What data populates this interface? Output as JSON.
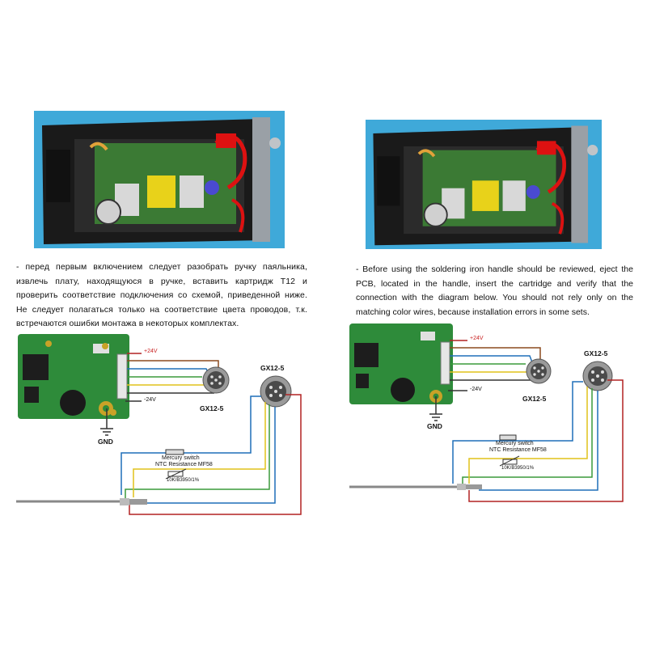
{
  "left": {
    "paragraph": "- перед первым включением следует разобрать ручку паяльника, извлечь плату, находящуюся в ручке, вставить картридж T12 и проверить соответствие подключения со схемой, приведенной ниже. Не следует полагаться только на соответствие цвета проводов, т.к. встречаются ошибки монтажа в некоторых комплектах.",
    "labels": {
      "plus24v": "+24V",
      "minus24v": "-24V",
      "gnd": "GND",
      "gx_small": "GX12-5",
      "gx_big": "GX12-5",
      "mercury": "Mercury switch",
      "ntc": "NTC Resistance MF58",
      "ntc_value": "10K/B3950/1%"
    }
  },
  "right": {
    "paragraph": "- Before using the soldering iron handle should be reviewed, eject the PCB, located in the handle, insert the cartridge and verify that the connection with the diagram below. You should not rely only on the matching color wires, because installation errors in some sets.",
    "labels": {
      "plus24v": "+24V",
      "minus24v": "-24V",
      "gnd": "GND",
      "gx_small": "GX12-5",
      "gx_big": "GX12-5",
      "mercury": "Mercury switch",
      "ntc": "NTC Resistance MF58",
      "ntc_value": "10K/B3950/1%"
    }
  },
  "colors": {
    "photo_bg": "#3fa9d9",
    "pcb_green": "#2e8b3a",
    "wire_red": "#b22222",
    "wire_blue": "#1f6fb8",
    "wire_yellow": "#e0c21a",
    "wire_green": "#3a9a3a",
    "wire_brown": "#8b4a1e"
  }
}
